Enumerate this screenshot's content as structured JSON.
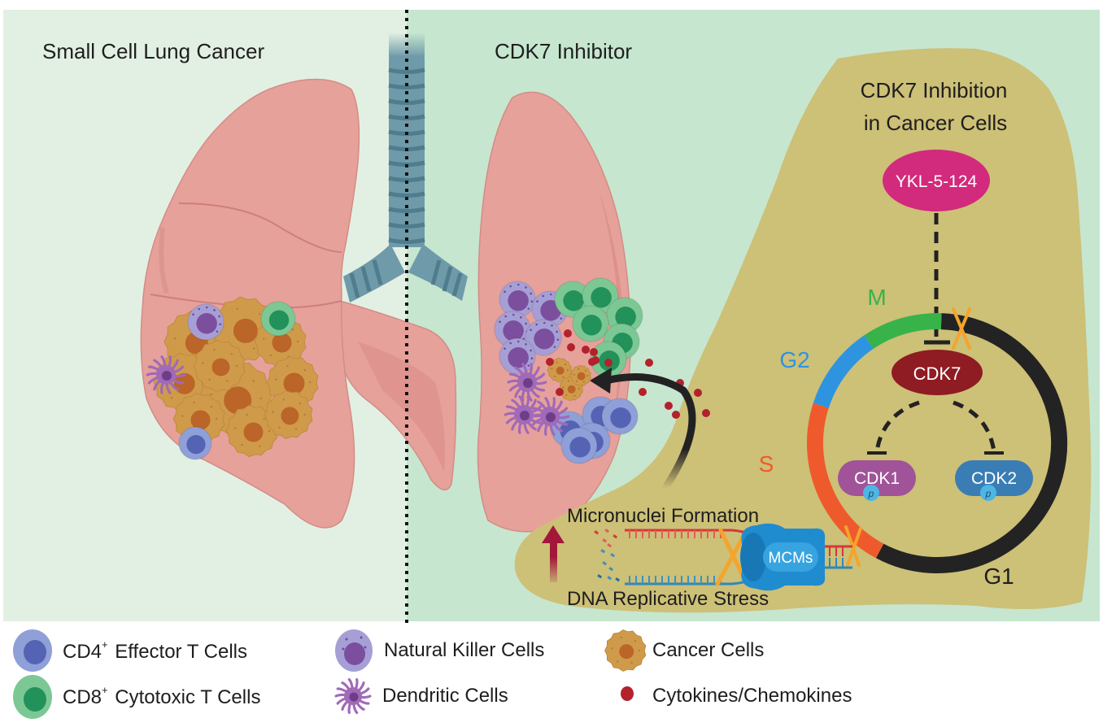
{
  "panels": {
    "left_title": "Small Cell Lung Cancer",
    "right_title": "CDK7 Inhibitor"
  },
  "cancer_cell_box": {
    "title_line1": "CDK7 Inhibition",
    "title_line2": "in Cancer Cells",
    "inhibitor": "YKL-5-124",
    "cdk7": "CDK7",
    "cdk1": "CDK1",
    "cdk2": "CDK2",
    "phospho_label": "p",
    "phases": {
      "m": "M",
      "g2": "G2",
      "s": "S",
      "g1": "G1"
    },
    "micronuclei": "Micronuclei Formation",
    "replicative_stress": "DNA Replicative Stress",
    "mcms": "MCMs"
  },
  "legend": {
    "items": [
      {
        "prefix": "CD4",
        "sup": "+",
        "suffix": " Effector T Cells",
        "icon": "cd4-t-cell-icon"
      },
      {
        "prefix": "CD8",
        "sup": "+",
        "suffix": " Cytotoxic T Cells",
        "icon": "cd8-t-cell-icon"
      },
      {
        "label": "Natural Killer Cells",
        "icon": "nk-cell-icon"
      },
      {
        "label": "Dendritic Cells",
        "icon": "dendritic-cell-icon"
      },
      {
        "label": "Cancer Cells",
        "icon": "cancer-cell-icon"
      },
      {
        "label": "Cytokines/Chemokines",
        "icon": "cytokine-icon"
      }
    ]
  },
  "colors": {
    "bg_left": "#e2f0e3",
    "bg_right": "#c6e6cf",
    "lung": "#e6a19b",
    "lung_shade": "#d98a85",
    "trachea": "#6f9aa9",
    "trachea_ring": "#4f7d8e",
    "cell_box": "#cdc077",
    "inhibitor": "#d22a7c",
    "cdk7": "#8e1c22",
    "cdk1": "#a15399",
    "cdk2": "#3a7db4",
    "phase_m": "#37b34a",
    "phase_g2": "#2e94e0",
    "phase_s": "#ef5a2c",
    "phase_g1": "#232323",
    "x_mark": "#f5a42c",
    "cd4_outer": "#8f9fd8",
    "cd4_inner": "#5563b5",
    "cd8_outer": "#7cc894",
    "cd8_inner": "#23915a",
    "nk_outer": "#a69fd6",
    "nk_inner": "#7c4f9e",
    "dc": "#a06ab8",
    "dc_inner": "#6d3e87",
    "cancer": "#cf9b4b",
    "cancer_nucleus": "#bb6528",
    "cytokine": "#b3222c"
  }
}
